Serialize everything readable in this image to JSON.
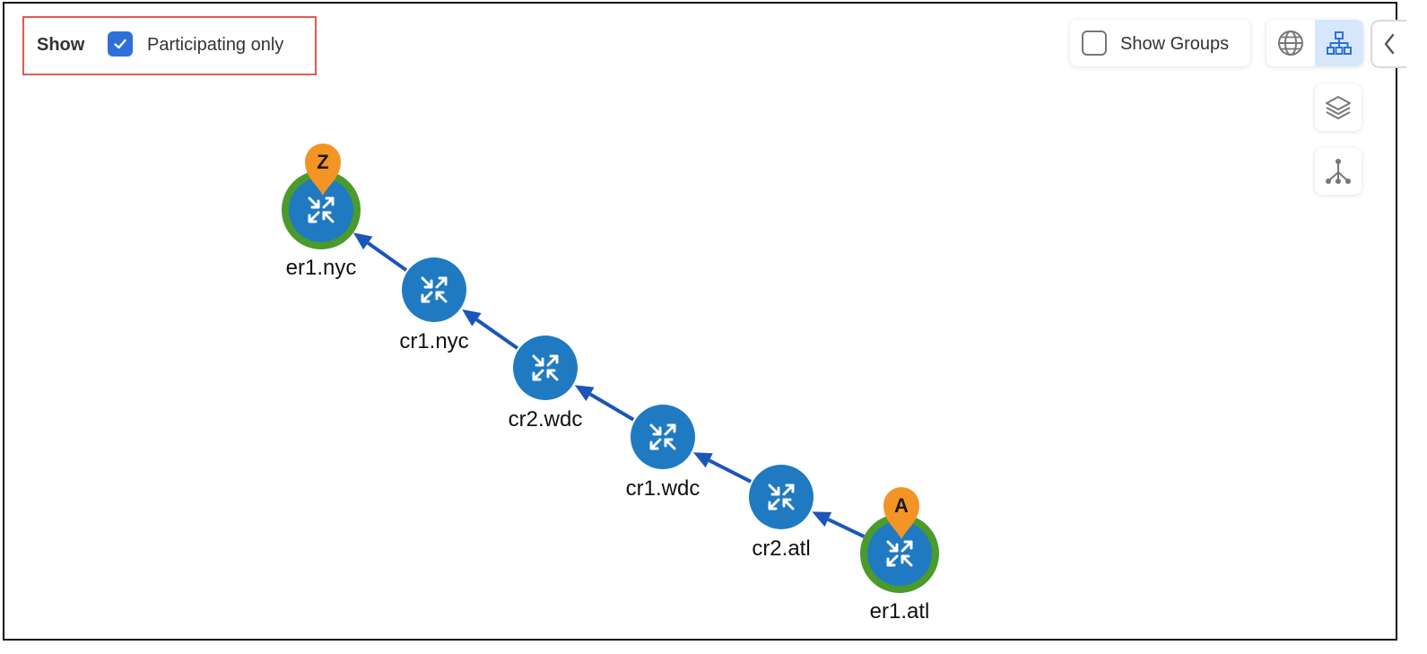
{
  "filter": {
    "show_label": "Show",
    "participating_only": {
      "label": "Participating only",
      "checked": true
    }
  },
  "show_groups": {
    "label": "Show Groups",
    "checked": false
  },
  "view_switch": {
    "options": [
      {
        "icon": "globe-icon",
        "active": false
      },
      {
        "icon": "hierarchy-icon",
        "active": true
      }
    ]
  },
  "tools": [
    "layers-icon",
    "tree-layout-icon"
  ],
  "colors": {
    "accent": "#2f6fd9",
    "node_fill": "#1f7ac2",
    "endpoint_ring": "#4a9a2c",
    "link": "#1b55b8",
    "pin": "#f39424",
    "highlight_border": "#e05a52"
  },
  "topology": {
    "nodes": [
      {
        "id": "er1.nyc",
        "label": "er1.nyc",
        "endpoint": "Z"
      },
      {
        "id": "cr1.nyc",
        "label": "cr1.nyc"
      },
      {
        "id": "cr2.wdc",
        "label": "cr2.wdc"
      },
      {
        "id": "cr1.wdc",
        "label": "cr1.wdc"
      },
      {
        "id": "cr2.atl",
        "label": "cr2.atl"
      },
      {
        "id": "er1.atl",
        "label": "er1.atl",
        "endpoint": "A"
      }
    ],
    "links": [
      {
        "from": "er1.atl",
        "to": "cr2.atl"
      },
      {
        "from": "cr2.atl",
        "to": "cr1.wdc"
      },
      {
        "from": "cr1.wdc",
        "to": "cr2.wdc"
      },
      {
        "from": "cr2.wdc",
        "to": "cr1.nyc"
      },
      {
        "from": "cr1.nyc",
        "to": "er1.nyc"
      }
    ]
  }
}
